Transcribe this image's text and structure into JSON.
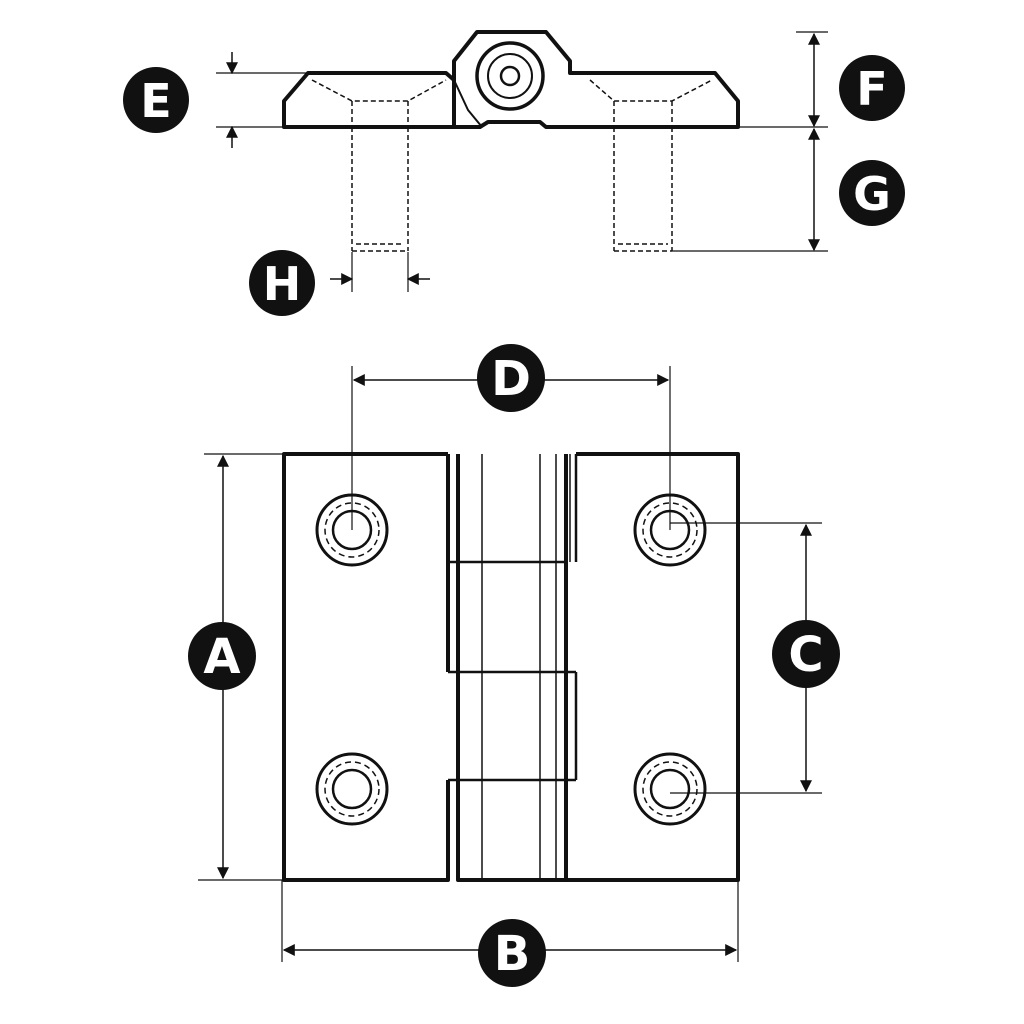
{
  "diagram": {
    "labels": {
      "A": "A",
      "B": "B",
      "C": "C",
      "D": "D",
      "E": "E",
      "F": "F",
      "G": "G",
      "H": "H"
    }
  },
  "colors": {
    "stroke": "#111111",
    "badge_fill": "#111111",
    "badge_text": "#ffffff",
    "background": "#ffffff"
  }
}
